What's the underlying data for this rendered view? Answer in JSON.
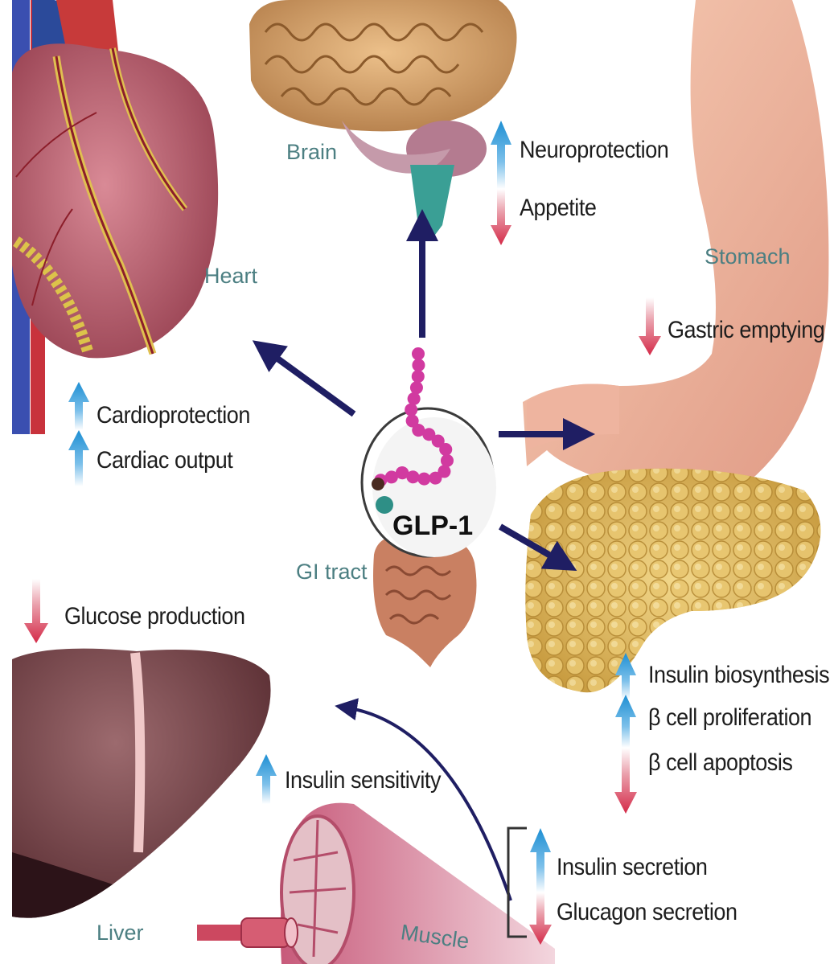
{
  "center": {
    "label": "GLP-1"
  },
  "organs": {
    "brain": "Brain",
    "heart": "Heart",
    "stomach": "Stomach",
    "gi_tract": "GI tract",
    "liver": "Liver",
    "muscle": "Muscle"
  },
  "effects": {
    "neuroprotection": "Neuroprotection",
    "appetite": "Appetite",
    "gastric_emptying": "Gastric emptying",
    "cardioprotection": "Cardioprotection",
    "cardiac_output": "Cardiac output",
    "glucose_production": "Glucose production",
    "insulin_biosynthesis": "Insulin biosynthesis",
    "beta_proliferation": "β cell proliferation",
    "beta_apoptosis": "β cell apoptosis",
    "insulin_sensitivity": "Insulin sensitivity",
    "insulin_secretion": "Insulin secretion",
    "glucagon_secretion": "Glucagon secretion"
  },
  "colors": {
    "increase": "#2a9ad6",
    "decrease": "#d9304f",
    "pathway_arrow": "#1f1e63",
    "organ_label": "#4c7f82"
  }
}
